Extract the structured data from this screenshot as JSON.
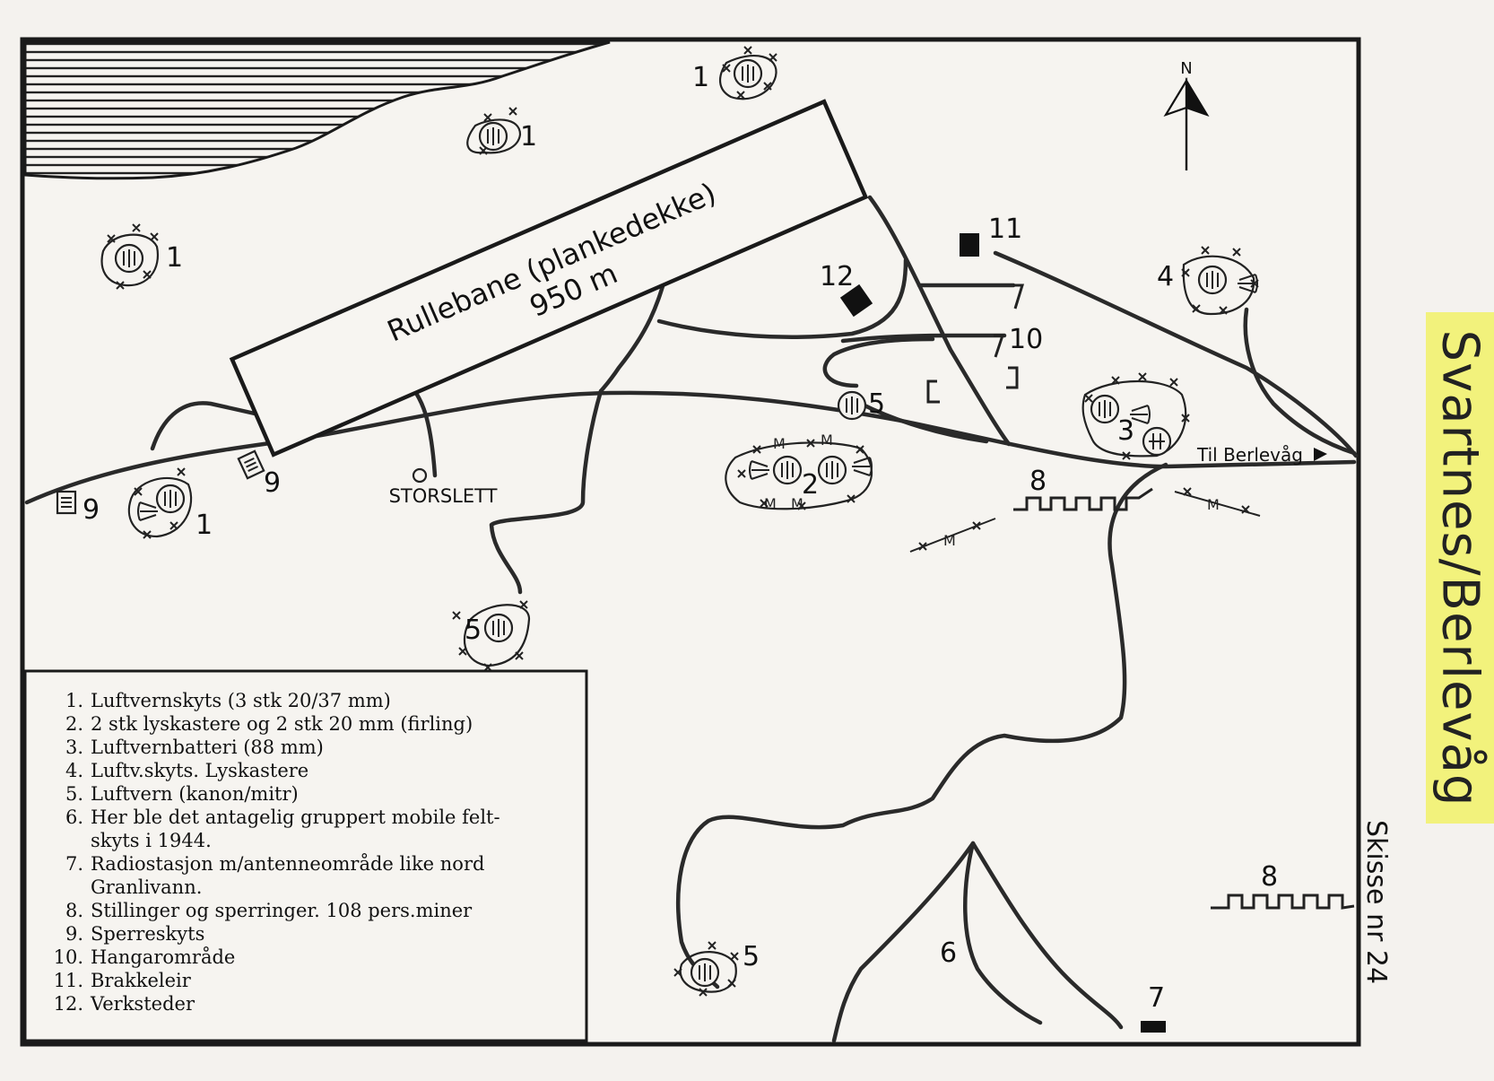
{
  "sketch_title": "Svartnes/Berlevåg",
  "sketch_number": "Skisse nr 24",
  "map": {
    "runway_label": "Rullebane (plankedekke)",
    "runway_length": "950 m",
    "place": "STORSLETT",
    "road_to": "Til Berlevåg",
    "north": "N"
  },
  "markers": [
    {
      "id": "m1a",
      "label": "1"
    },
    {
      "id": "m1b",
      "label": "1"
    },
    {
      "id": "m1c",
      "label": "1"
    },
    {
      "id": "m1d",
      "label": "1"
    },
    {
      "id": "m2",
      "label": "2"
    },
    {
      "id": "m3",
      "label": "3"
    },
    {
      "id": "m4",
      "label": "4"
    },
    {
      "id": "m5a",
      "label": "5"
    },
    {
      "id": "m5b",
      "label": "5"
    },
    {
      "id": "m5c",
      "label": "5"
    },
    {
      "id": "m6",
      "label": "6"
    },
    {
      "id": "m7",
      "label": "7"
    },
    {
      "id": "m8a",
      "label": "8"
    },
    {
      "id": "m8b",
      "label": "8"
    },
    {
      "id": "m9a",
      "label": "9"
    },
    {
      "id": "m9b",
      "label": "9"
    },
    {
      "id": "m10",
      "label": "10"
    },
    {
      "id": "m11",
      "label": "11"
    },
    {
      "id": "m12",
      "label": "12"
    }
  ],
  "legend": [
    {
      "num": "1.",
      "text": "Luftvernskyts (3 stk 20/37 mm)"
    },
    {
      "num": "2.",
      "text": "2 stk lyskastere og 2 stk 20 mm (firling)"
    },
    {
      "num": "3.",
      "text": "Luftvernbatteri (88 mm)"
    },
    {
      "num": "4.",
      "text": "Luftv.skyts. Lyskastere"
    },
    {
      "num": "5.",
      "text": "Luftvern (kanon/mitr)"
    },
    {
      "num": "6.",
      "text": "Her ble det antagelig gruppert mobile felt-skyts i 1944."
    },
    {
      "num": "7.",
      "text": "Radiostasjon m/antenneområde like nord Granlivann."
    },
    {
      "num": "8.",
      "text": "Stillinger og sperringer. 108 pers.miner"
    },
    {
      "num": "9.",
      "text": "Sperreskyts"
    },
    {
      "num": "10.",
      "text": "Hangarområde"
    },
    {
      "num": "11.",
      "text": "Brakkeleir"
    },
    {
      "num": "12.",
      "text": "Verksteder"
    }
  ]
}
